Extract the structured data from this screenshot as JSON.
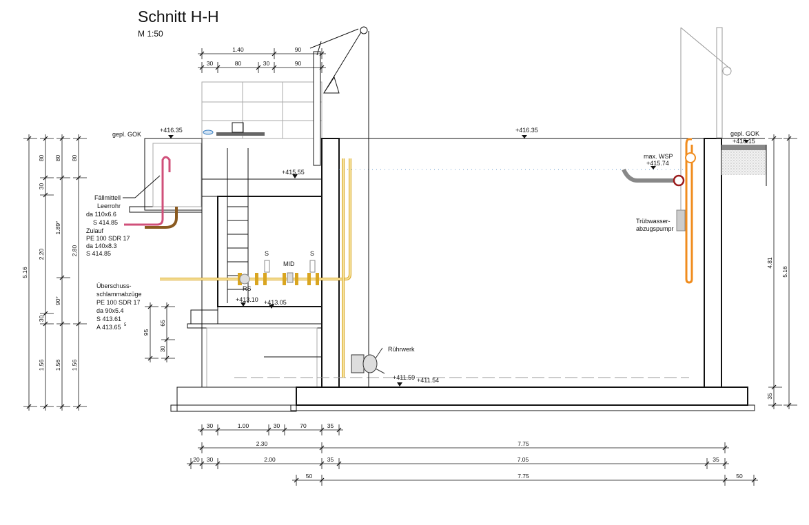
{
  "title": "Schnitt H-H",
  "scale": "M 1:50",
  "ground": {
    "left_label": "gepl. GOK",
    "right_label": "gepl. GOK"
  },
  "levels": {
    "gok_left": "+416.35",
    "gok_mid": "+416.35",
    "gok_right": "+416.15",
    "slab": "+415.55",
    "wsp_label": "max. WSP",
    "wsp": "+415.74",
    "chamber_floor_1": "+413.10",
    "chamber_floor_2": "+413.05",
    "tank_floor_1": "+411.59",
    "tank_floor_2": "+411.54"
  },
  "annotations": {
    "faellmittel": [
      "Fällmittell",
      "Leerrohr",
      "da 110x6.6",
      "S 414.85"
    ],
    "zulauf": [
      "Zulauf",
      "PE 100 SDR 17",
      "da 140x8.3",
      "S 414.85"
    ],
    "ueberschuss": [
      "Überschuss-",
      "schlammabzüge",
      "PE 100 SDR 17",
      "da 90x5.4",
      "S 413.61",
      "A 413.65"
    ],
    "ueberschuss_sup": "5",
    "s1": "S",
    "s2": "S",
    "mid": "MID",
    "rs": "RS",
    "ruehrwerk": "Rührwerk",
    "pump": [
      "Trübwasser-",
      "abzugspumpr"
    ]
  },
  "dims": {
    "top_row1": [
      "1.40",
      "90"
    ],
    "top_row2": [
      "30",
      "80",
      "30",
      "90"
    ],
    "left_col1": [
      "5.16"
    ],
    "left_col2": [
      "80",
      "30",
      "2.20",
      "30",
      "1.56"
    ],
    "left_col3": [
      "80",
      "1.89°",
      "90°",
      "1.56"
    ],
    "left_col4": [
      "80",
      "2.80",
      "1.56"
    ],
    "small": [
      "95",
      "65",
      "30"
    ],
    "right_col1": [
      "4.81",
      "35"
    ],
    "right_col2": [
      "5.16"
    ],
    "bottom_row1": [
      "30",
      "1.00",
      "30",
      "70",
      "35"
    ],
    "bottom_row2": [
      "2.30",
      "7.75"
    ],
    "bottom_row3": [
      "20",
      "30",
      "2.00",
      "35",
      "7.05",
      "35"
    ],
    "bottom_row4": [
      "50",
      "7.75",
      "50"
    ]
  },
  "colors": {
    "pipe_yellow": "#d9a520",
    "pipe_orange": "#f08c1e",
    "pipe_pink": "#d0507a",
    "pipe_brown": "#8a5a20",
    "water": "#3a7fc0"
  }
}
